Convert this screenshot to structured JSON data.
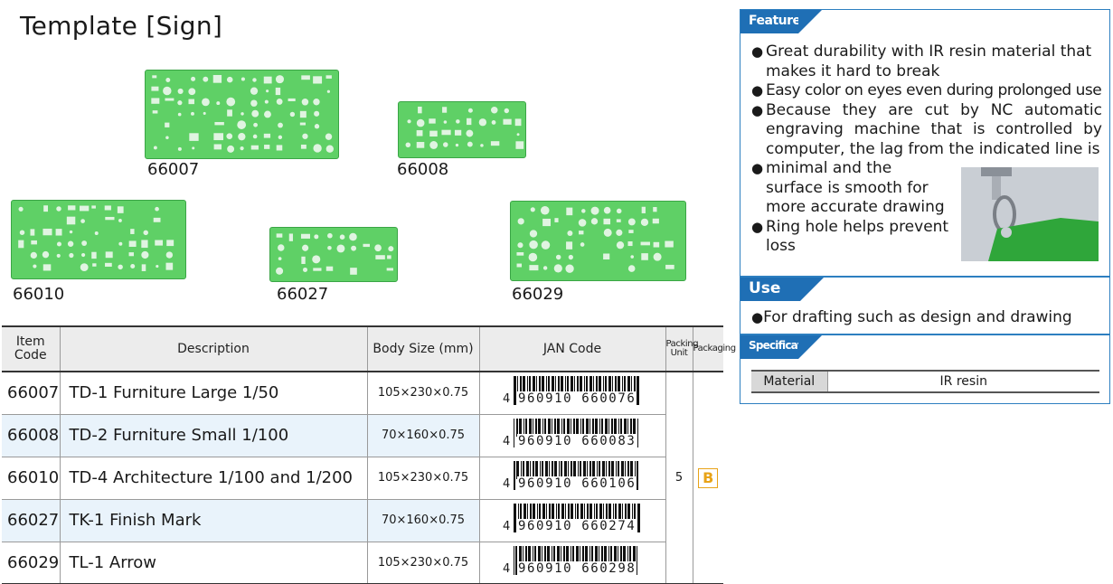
{
  "page": {
    "title": "Template [Sign]"
  },
  "templates": [
    {
      "code": "66007"
    },
    {
      "code": "66008"
    },
    {
      "code": "66010"
    },
    {
      "code": "66027"
    },
    {
      "code": "66029"
    }
  ],
  "table": {
    "headers": {
      "item_code": "Item Code",
      "description": "Description",
      "body_size": "Body Size (mm)",
      "jan_code": "JAN Code",
      "packing_unit": "Packing Unit",
      "packaging": "Packaging"
    },
    "rows": [
      {
        "code": "66007",
        "description": "TD-1 Furniture Large 1/50",
        "size": "105×230×0.75",
        "jan_lead": "4",
        "jan_digits": "960910 660076"
      },
      {
        "code": "66008",
        "description": "TD-2 Furniture Small 1/100",
        "size": "70×160×0.75",
        "jan_lead": "4",
        "jan_digits": "960910 660083"
      },
      {
        "code": "66010",
        "description": "TD-4 Architecture 1/100 and 1/200",
        "size": "105×230×0.75",
        "jan_lead": "4",
        "jan_digits": "960910 660106"
      },
      {
        "code": "66027",
        "description": "TK-1 Finish Mark",
        "size": "70×160×0.75",
        "jan_lead": "4",
        "jan_digits": "960910 660274"
      },
      {
        "code": "66029",
        "description": "TL-1 Arrow",
        "size": "105×230×0.75",
        "jan_lead": "4",
        "jan_digits": "960910 660298"
      }
    ],
    "packing_unit": "5",
    "packaging": "B"
  },
  "features": {
    "heading": "Features",
    "items": [
      "Great durability with IR resin material that makes it hard to break",
      "Easy color on eyes even during prolonged use",
      "Because they are cut by NC automatic engraving machine that is controlled by computer, the lag from the indicated line is",
      "minimal and the surface is smooth for more accurate drawing",
      "Ring hole helps prevent loss"
    ]
  },
  "use": {
    "heading": "Use",
    "text": "For drafting such as design and drawing"
  },
  "specifications": {
    "heading": "Specifications",
    "material_label": "Material",
    "material_value": "IR resin"
  },
  "colors": {
    "accent": "#1f6fb5",
    "template_green": "#5fd066",
    "packaging_badge": "#e8a317"
  }
}
